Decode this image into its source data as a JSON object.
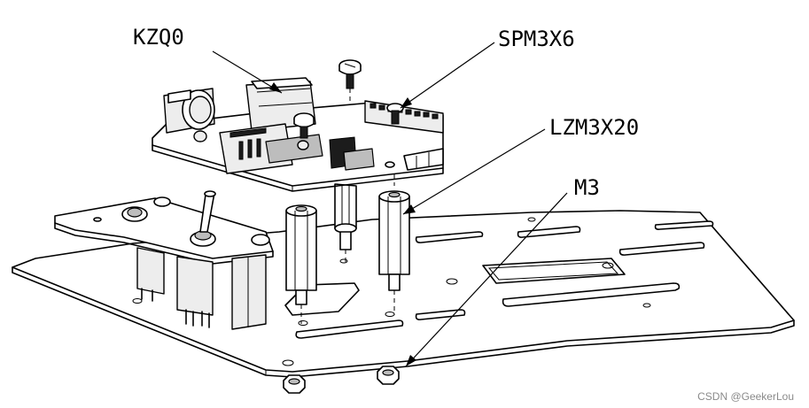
{
  "labels": {
    "kzq0": "KZQ0",
    "spm3x6": "SPM3X6",
    "lzm3x20": "LZM3X20",
    "m3": "M3"
  },
  "watermark": "CSDN @GeekerLou"
}
